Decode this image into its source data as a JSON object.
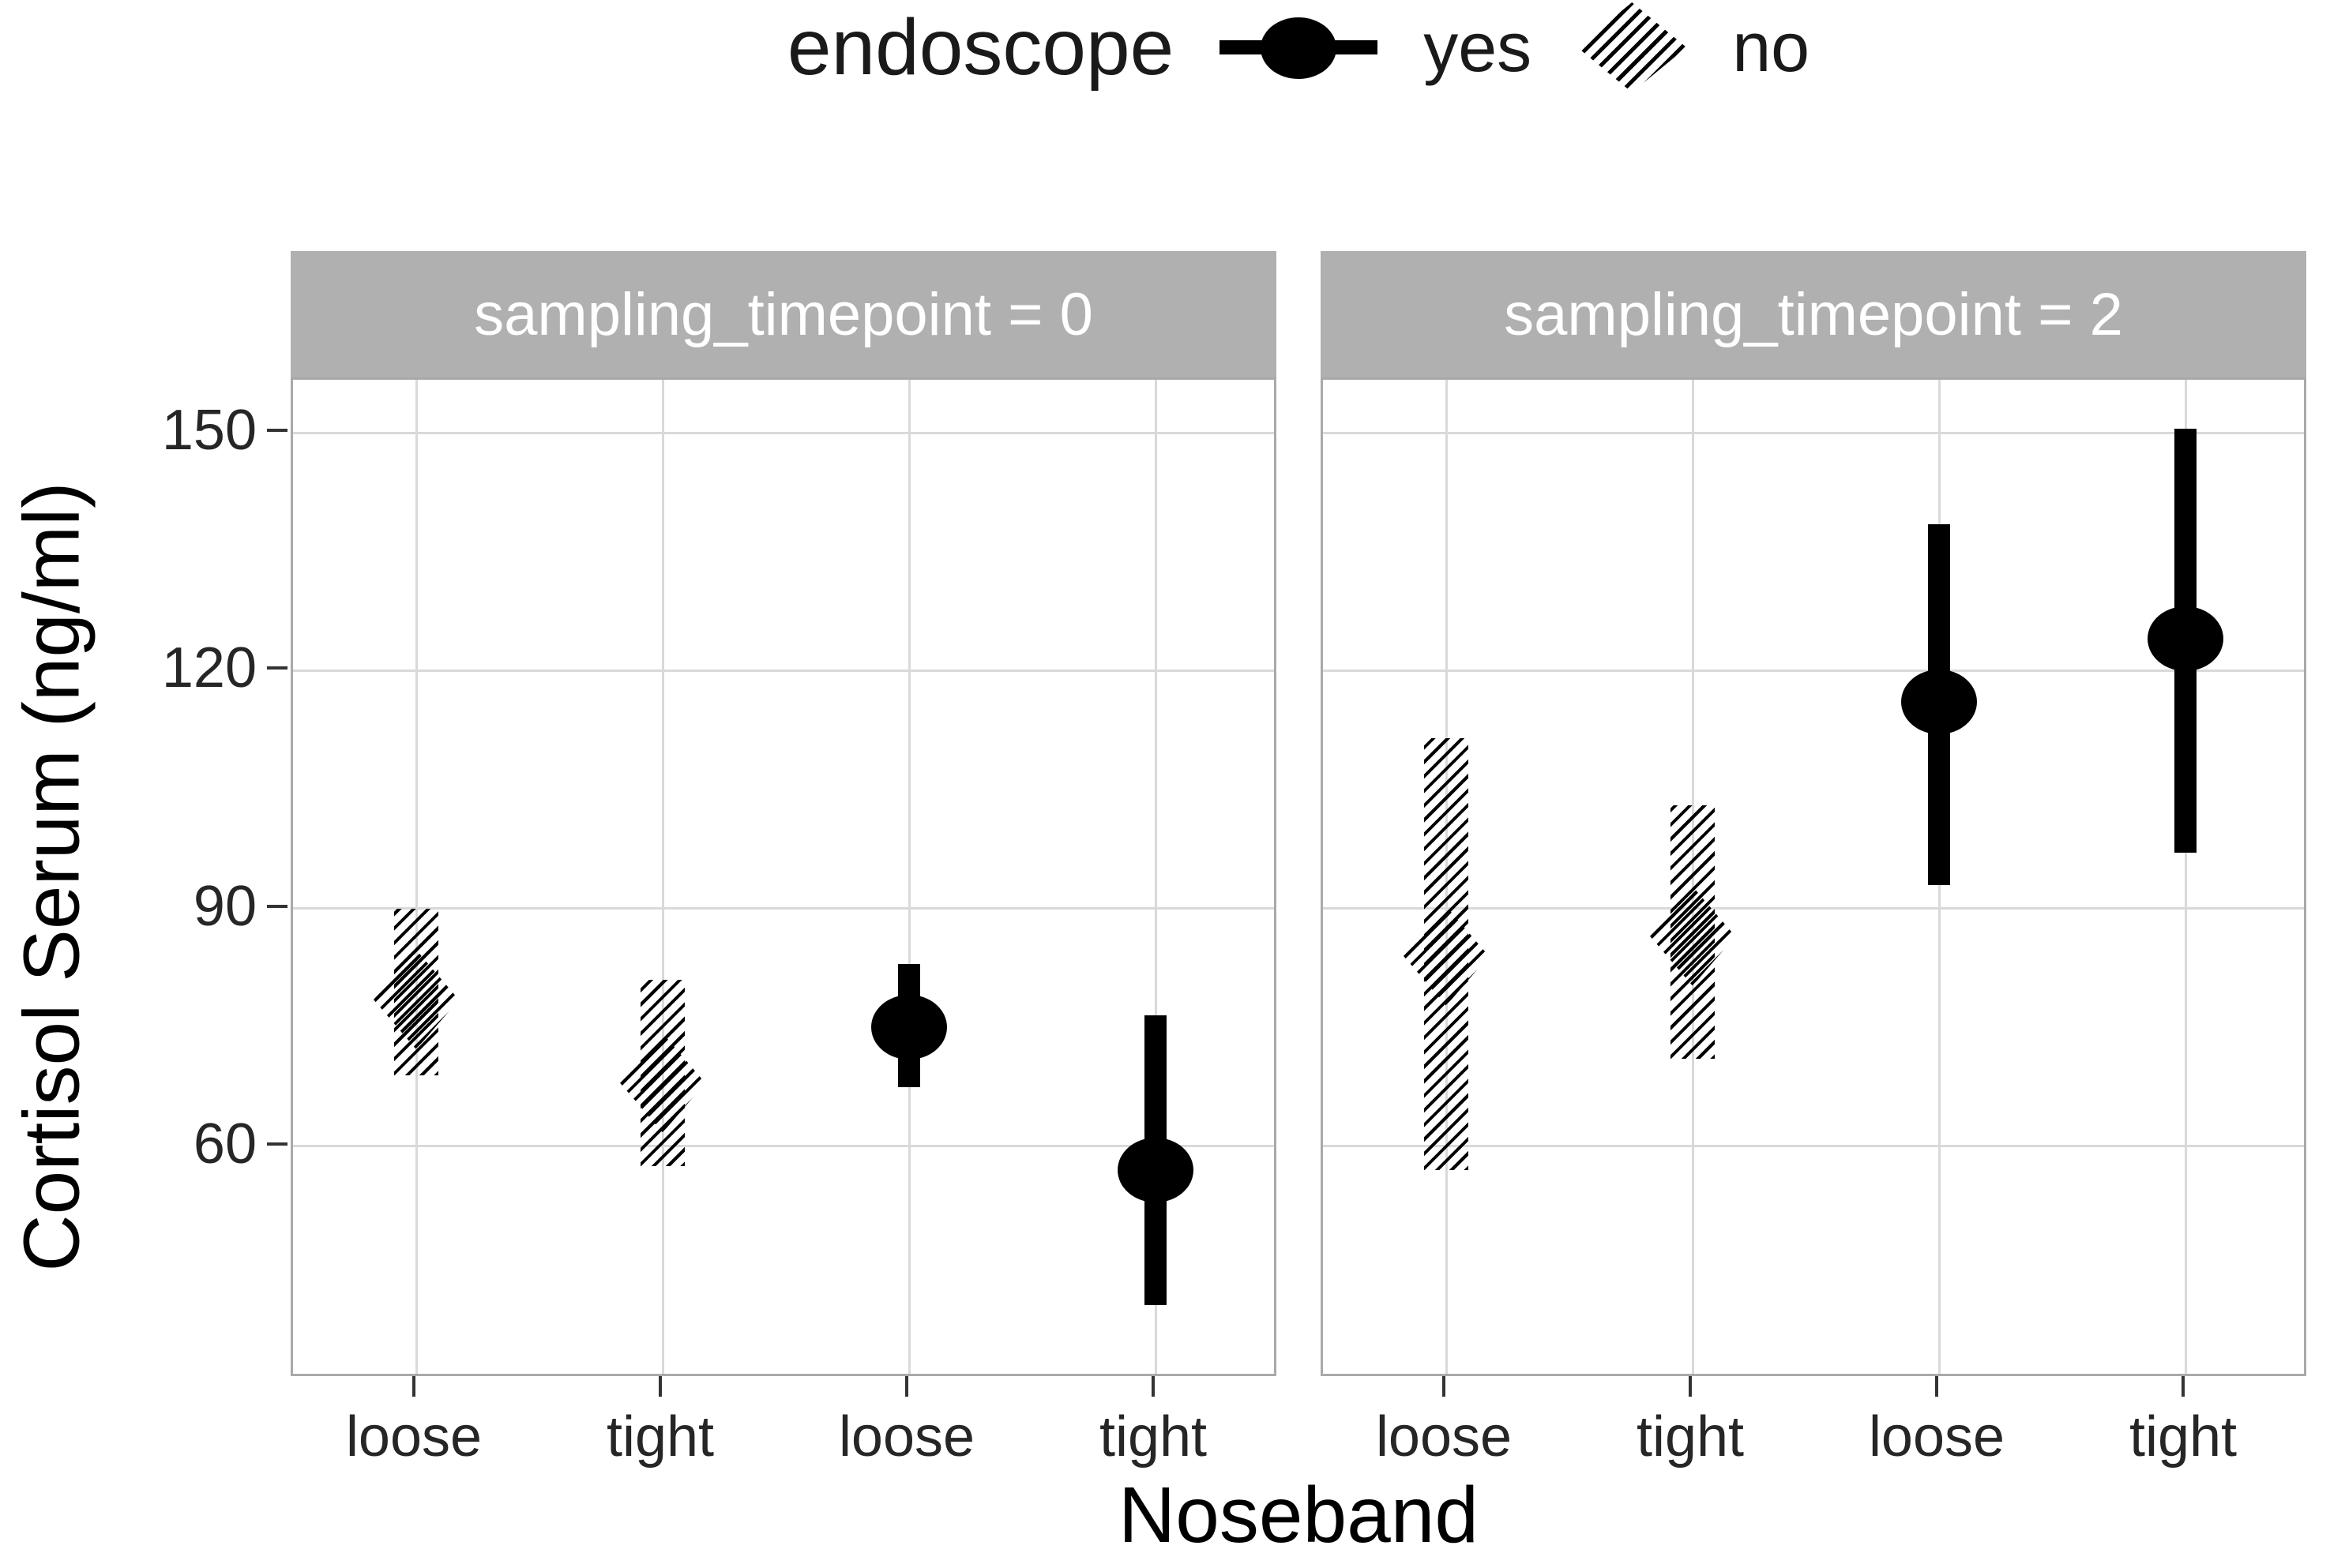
{
  "legend": {
    "title": "endoscope",
    "items": [
      {
        "label": "yes",
        "key": "point-with-range"
      },
      {
        "label": "no",
        "key": "hatched-diamond"
      }
    ]
  },
  "axes": {
    "y_title": "Cortisol Serum (ng/ml)",
    "x_title": "Noseband",
    "y_ticks": [
      150,
      120,
      90,
      60
    ]
  },
  "colors": {
    "data": "#000000",
    "strip_background": "#b0b0b0",
    "strip_text": "#ffffff",
    "gridline": "#d9d9d9",
    "panel_border": "#a9a9a9",
    "axis_text": "#262626",
    "background": "#ffffff"
  },
  "chart_data": {
    "type": "pointrange",
    "facet_variable": "sampling_timepoint",
    "x_variable": "Noseband",
    "y_variable": "Cortisol Serum (ng/ml)",
    "group_variable": "endoscope",
    "y_domain": [
      30.7,
      156.5
    ],
    "y_gridlines": [
      60,
      90,
      120,
      150
    ],
    "x_positions_fraction": [
      0.125,
      0.375,
      0.625,
      0.875
    ],
    "legend_position": "top",
    "facets": [
      {
        "label": "sampling_timepoint = 0",
        "points": [
          {
            "x": "loose",
            "endoscope": "no",
            "estimate": 78.5,
            "lower": 69,
            "upper": 90
          },
          {
            "x": "tight",
            "endoscope": "no",
            "estimate": 68,
            "lower": 57.5,
            "upper": 81
          },
          {
            "x": "loose",
            "endoscope": "yes",
            "estimate": 75,
            "lower": 67.5,
            "upper": 83
          },
          {
            "x": "tight",
            "endoscope": "yes",
            "estimate": 57,
            "lower": 40,
            "upper": 76.5
          }
        ]
      },
      {
        "label": "sampling_timepoint = 2",
        "points": [
          {
            "x": "loose",
            "endoscope": "no",
            "estimate": 84,
            "lower": 57,
            "upper": 111.5
          },
          {
            "x": "tight",
            "endoscope": "no",
            "estimate": 86.5,
            "lower": 71,
            "upper": 103
          },
          {
            "x": "loose",
            "endoscope": "yes",
            "estimate": 116,
            "lower": 93,
            "upper": 138.5
          },
          {
            "x": "tight",
            "endoscope": "yes",
            "estimate": 124,
            "lower": 97,
            "upper": 150.5
          }
        ]
      }
    ]
  }
}
